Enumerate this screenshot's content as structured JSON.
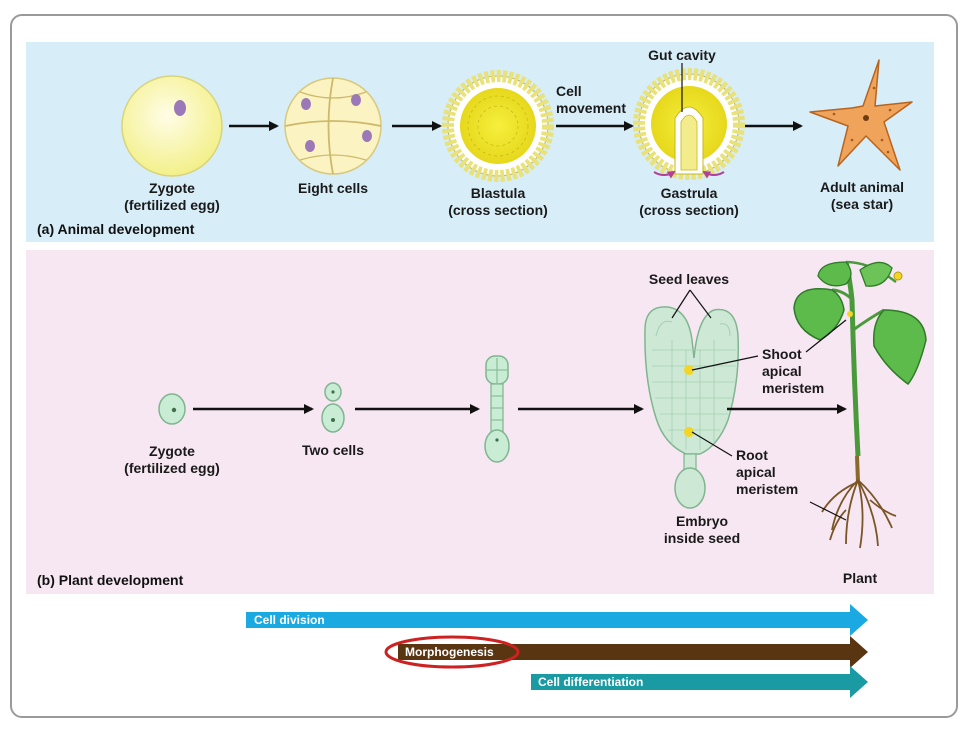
{
  "animal": {
    "title": "(a)  Animal development",
    "zygote": {
      "line1": "Zygote",
      "line2": "(fertilized egg)"
    },
    "eight": "Eight cells",
    "blastula": {
      "line1": "Blastula",
      "line2": "(cross section)"
    },
    "cell_movement": {
      "line1": "Cell",
      "line2": "movement"
    },
    "gut": "Gut cavity",
    "gastrula": {
      "line1": "Gastrula",
      "line2": "(cross section)"
    },
    "adult": {
      "line1": "Adult animal",
      "line2": "(sea star)"
    }
  },
  "plant": {
    "title": "(b)  Plant development",
    "zygote": {
      "line1": "Zygote",
      "line2": "(fertilized egg)"
    },
    "two": "Two cells",
    "seed_leaves": "Seed leaves",
    "shoot": {
      "line1": "Shoot",
      "line2": "apical",
      "line3": "meristem"
    },
    "root": {
      "line1": "Root",
      "line2": "apical",
      "line3": "meristem"
    },
    "embryo": {
      "line1": "Embryo",
      "line2": "inside seed"
    },
    "plant": "Plant"
  },
  "processes": {
    "division": "Cell division",
    "morphogenesis": "Morphogenesis",
    "differentiation": "Cell differentiation"
  },
  "colors": {
    "panel_a": "#d7edf8",
    "panel_b": "#f6e7f2",
    "division": "#1ba9e1",
    "morphogenesis": "#5a3512",
    "differentiation": "#1a9aa3",
    "highlight_ring": "#cc2222"
  }
}
